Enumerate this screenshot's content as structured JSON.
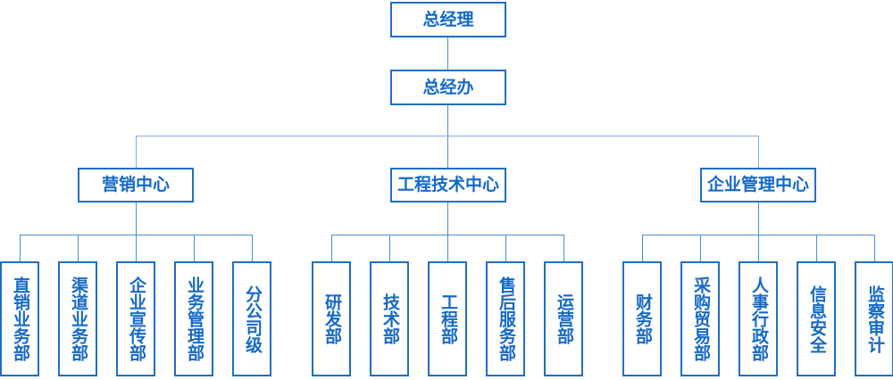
{
  "chart": {
    "type": "org-chart",
    "title": "",
    "orientation": "top-down",
    "colors": {
      "box_border": "#1F6FC4",
      "text": "#1569C7",
      "connector": "#4A8FD0",
      "background": "#FFFFFF"
    },
    "root": {
      "label": "总经理",
      "children": [
        {
          "label": "总经办",
          "children": [
            {
              "label": "营销中心",
              "children": [
                {
                  "label": "直销业务部"
                },
                {
                  "label": "渠道业务部"
                },
                {
                  "label": "企业宣传部"
                },
                {
                  "label": "业务管理部"
                },
                {
                  "label": "分公司级"
                }
              ]
            },
            {
              "label": "工程技术中心",
              "children": [
                {
                  "label": "研发部"
                },
                {
                  "label": "技术部"
                },
                {
                  "label": "工程部"
                },
                {
                  "label": "售后服务部"
                },
                {
                  "label": "运营部"
                }
              ]
            },
            {
              "label": "企业管理中心",
              "children": [
                {
                  "label": "财务部"
                },
                {
                  "label": "采购贸易部"
                },
                {
                  "label": "人事行政部"
                },
                {
                  "label": "信息安全"
                },
                {
                  "label": "监察审计"
                }
              ]
            }
          ]
        }
      ]
    },
    "nodes": {
      "level0": {
        "general_manager": "总经理"
      },
      "level1": {
        "gm_office": "总经办"
      },
      "level2": {
        "marketing_center": "营销中心",
        "engineering_tech_center": "工程技术中心",
        "enterprise_mgmt_center": "企业管理中心"
      },
      "level3": {
        "marketing": [
          "直销业务部",
          "渠道业务部",
          "企业宣传部",
          "业务管理部",
          "分公司级"
        ],
        "engineering": [
          "研发部",
          "技术部",
          "工程部",
          "售后服务部",
          "运营部"
        ],
        "management": [
          "财务部",
          "采购贸易部",
          "人事行政部",
          "信息安全",
          "监察审计"
        ]
      }
    }
  }
}
